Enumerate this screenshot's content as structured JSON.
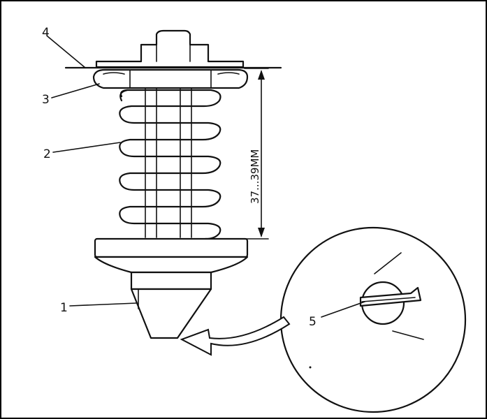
{
  "labels": {
    "part_1": "1",
    "part_2": "2",
    "part_3": "3",
    "part_4": "4",
    "part_5": "5"
  },
  "dimension": {
    "text": "37...39MM"
  },
  "colors": {
    "ink": "#111111",
    "paper": "#ffffff"
  }
}
